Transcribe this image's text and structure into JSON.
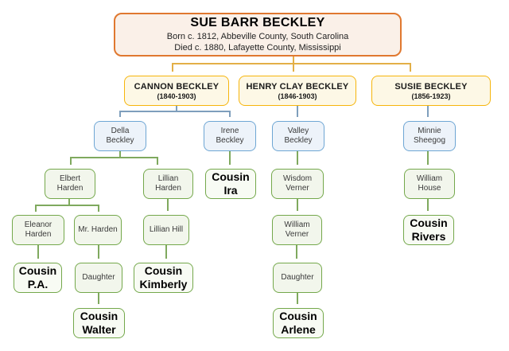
{
  "colors": {
    "orange": "#e0782f",
    "orange-fill": "#faf0e8",
    "gold": "#f6b50c",
    "gold-fill": "#fdf8e6",
    "blue": "#6ea6d4",
    "blue-fill": "#edf3fa",
    "green": "#74a84b",
    "green-fill": "#f2f6ec",
    "green-fill-em": "#f8fbf4",
    "line-gold": "#e3af47",
    "line-blue": "#7e9ebc",
    "line-green": "#7fa95e"
  },
  "root": {
    "name": "SUE BARR BECKLEY",
    "born": "Born c. 1812, Abbeville County, South Carolina",
    "died": "Died c. 1880, Lafayette County, Mississippi"
  },
  "gen2": [
    {
      "name": "CANNON BECKLEY",
      "dates": "(1840-1903)"
    },
    {
      "name": "HENRY CLAY BECKLEY",
      "dates": "(1846-1903)"
    },
    {
      "name": "SUSIE BECKLEY",
      "dates": "(1856-1923)"
    }
  ],
  "people": {
    "della": "Della Beckley",
    "irene": "Irene Beckley",
    "valley": "Valley Beckley",
    "minnie": "Minnie Sheegog",
    "elbert": "Elbert Harden",
    "lillian_harden": "Lillian Harden",
    "cousin_ira": "Cousin Ira",
    "wisdom": "Wisdom Verner",
    "william_house": "William House",
    "eleanor": "Eleanor Harden",
    "mr_harden": "Mr. Harden",
    "lillian_hill": "Lillian Hill",
    "william_verner": "William Verner",
    "cousin_rivers": "Cousin Rivers",
    "cousin_pa": "Cousin P.A.",
    "daughter_harden": "Daughter",
    "cousin_kimberly": "Cousin Kimberly",
    "daughter_verner": "Daughter",
    "cousin_walter": "Cousin Walter",
    "cousin_arlene": "Cousin Arlene"
  }
}
